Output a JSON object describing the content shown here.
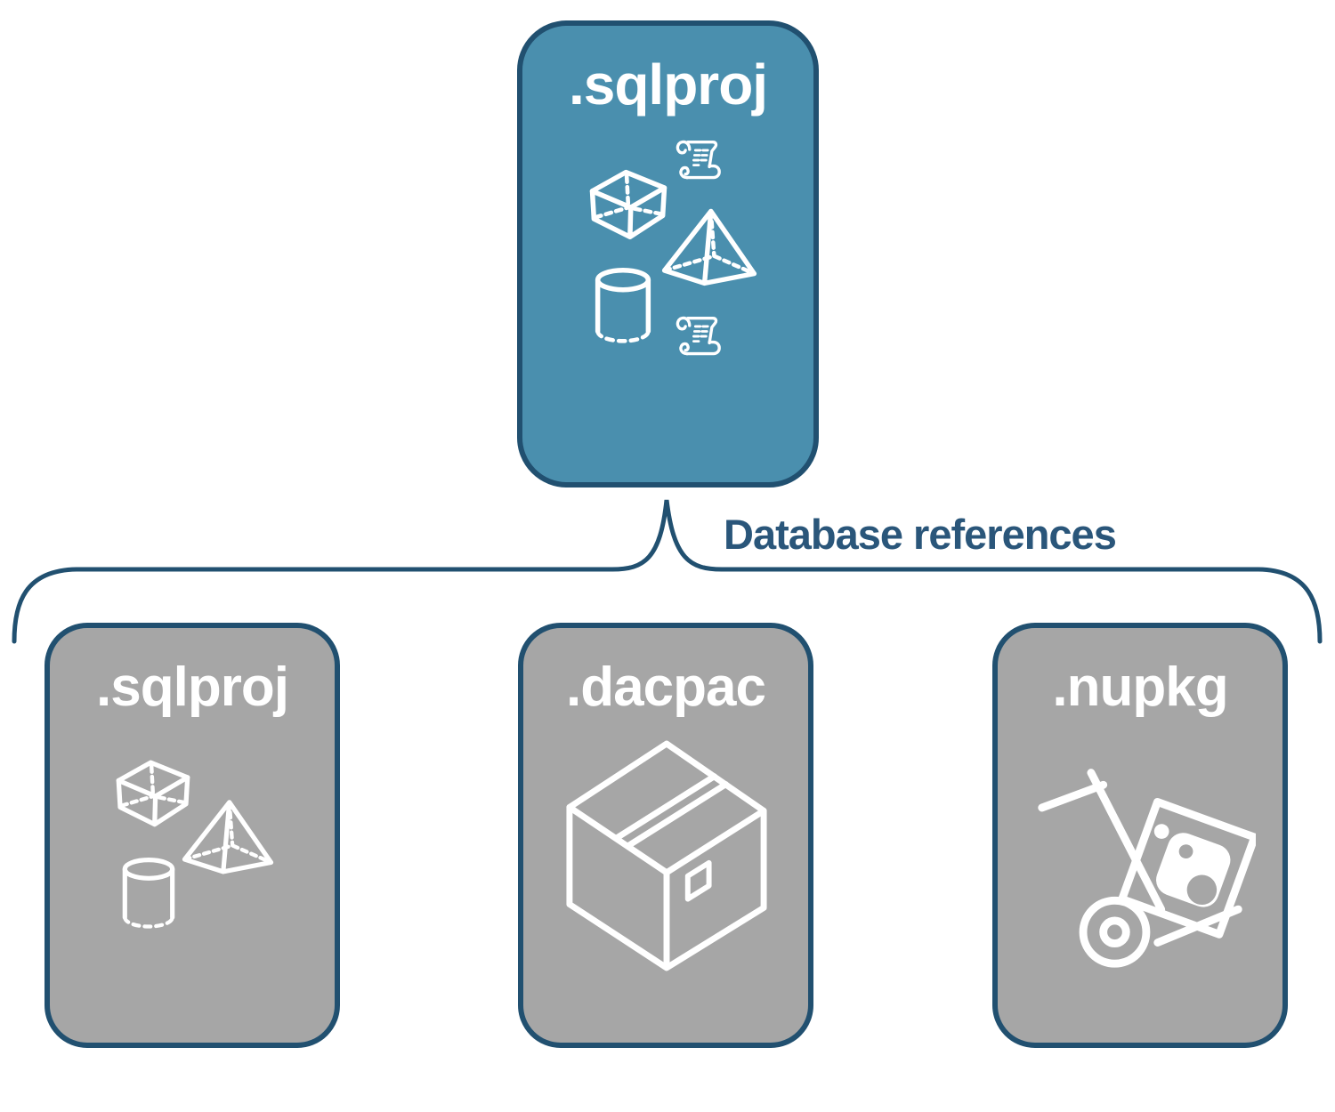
{
  "diagram": {
    "connector": {
      "label": "Database references",
      "line_color": "#215070",
      "label_color": "#2A567A"
    },
    "top_node": {
      "label": ".sqlproj",
      "fill": "#4A8FAE",
      "border_color": "#215070",
      "text_color": "#FFFFFF",
      "icons": [
        "sql-script-icon",
        "cube-icon",
        "pyramid-icon",
        "cylinder-icon",
        "sql-script-icon"
      ]
    },
    "child_nodes": [
      {
        "label": ".sqlproj",
        "fill": "#A6A6A6",
        "border_color": "#215070",
        "text_color": "#FFFFFF",
        "icons": [
          "cube-icon",
          "pyramid-icon",
          "cylinder-icon"
        ]
      },
      {
        "label": ".dacpac",
        "fill": "#A6A6A6",
        "border_color": "#215070",
        "text_color": "#FFFFFF",
        "icons": [
          "package-box-icon"
        ]
      },
      {
        "label": ".nupkg",
        "fill": "#A6A6A6",
        "border_color": "#215070",
        "text_color": "#FFFFFF",
        "icons": [
          "hand-truck-icon",
          "nuget-logo-icon"
        ]
      }
    ],
    "colors": {
      "background": "#FFFFFF",
      "icon_stroke": "#FFFFFF"
    }
  }
}
